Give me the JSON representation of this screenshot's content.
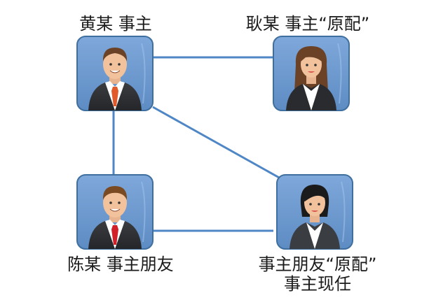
{
  "nodes": {
    "huang": {
      "name": "黄某",
      "role": "事主"
    },
    "geng": {
      "name": "耿某",
      "role": "事主“原配”"
    },
    "chen": {
      "name": "陈某",
      "role": "事主朋友"
    },
    "wife": {
      "line1": "事主朋友“原配”",
      "line2": "事主现任"
    }
  },
  "colors": {
    "connector": "#4f86c6",
    "card_outer": "#5b89bc",
    "card_inner": "#6e9bd1",
    "card_border": "#3f6f9f"
  }
}
